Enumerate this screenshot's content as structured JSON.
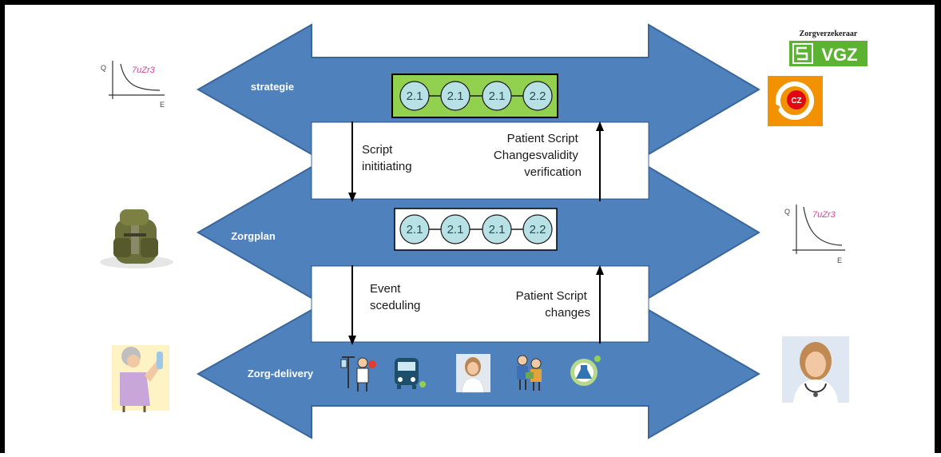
{
  "levels": [
    {
      "label": "strategie",
      "nodes": [
        "2.1",
        "2.1",
        "2.1",
        "2.2"
      ]
    },
    {
      "label": "Zorgplan",
      "nodes": [
        "2.1",
        "2.1",
        "2.1",
        "2.2"
      ]
    },
    {
      "label": "Zorg-delivery"
    }
  ],
  "flows": {
    "down1": [
      "Script",
      "inititiating"
    ],
    "up1": [
      "Patient Script",
      "Changesvalidity",
      "verification"
    ],
    "down2": [
      "Event",
      "sceduling"
    ],
    "up2": [
      "Patient Script",
      "changes"
    ]
  },
  "graph": {
    "y_axis": "Q",
    "x_axis": "E",
    "curve_label": "7uZr3"
  },
  "insurers": {
    "vgz_small": "Zorgverzekeraar",
    "vgz_big": "VGZ",
    "cz": "CZ"
  },
  "colors": {
    "arrow_blue": "#4f81bd",
    "arrow_stroke": "#3a679b",
    "green_box": "#92d050",
    "node_fill": "#b7e1e4",
    "vgz_green": "#5bb331",
    "cz_orange": "#f39200"
  },
  "icons": [
    "graph-icon",
    "vgz-logo",
    "cz-logo",
    "backpack-icon",
    "graph-icon",
    "elderly-woman-icon",
    "doctor-photo",
    "iv-stand-icon",
    "bus-icon",
    "nurse-photo",
    "people-icon",
    "flask-icon"
  ]
}
